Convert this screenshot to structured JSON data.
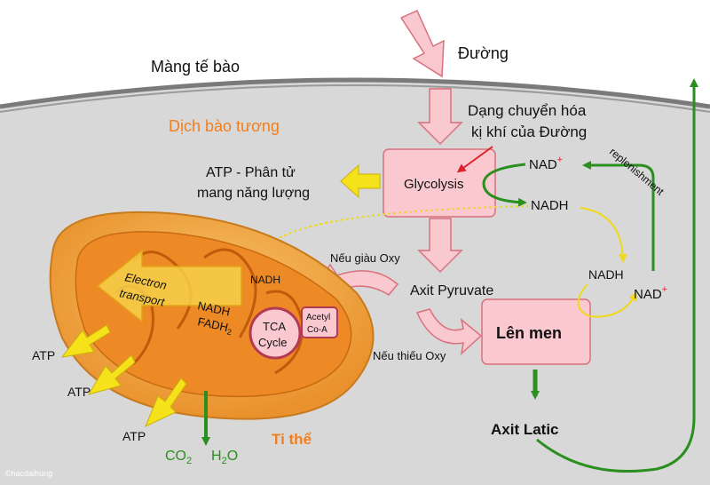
{
  "labels": {
    "cell_membrane": "Màng tế bào",
    "sugar": "Đường",
    "cytoplasm": "Dịch bào tương",
    "anaerobic_line1": "Dạng chuyển hóa",
    "anaerobic_line2": "kị khí của Đường",
    "glycolysis": "Glycolysis",
    "atp_line1": "ATP - Phân tử",
    "atp_line2": "mang năng lượng",
    "nad_plus_top": "NAD",
    "nad_plus_top_sup": "+",
    "nadh_top": "NADH",
    "replenishment": "replenishment",
    "if_oxygen_rich": "Nếu giàu Oxy",
    "pyruvic_acid": "Axit Pyruvate",
    "nadh_mito": "NADH",
    "nadh_right": "NADH",
    "nad_plus_right": "NAD",
    "nad_plus_right_sup": "+",
    "fermentation": "Lên men",
    "if_oxygen_lack": "Nếu thiếu Oxy",
    "lactic_acid": "Axit Latic",
    "electron_transport_1": "Electron",
    "electron_transport_2": "transport",
    "nadh_fadh_1": "NADH",
    "nadh_fadh_2": "FADH",
    "nadh_fadh_sub": "2",
    "tca_1": "TCA",
    "tca_2": "Cycle",
    "acetyl_1": "Acetyl",
    "acetyl_2": "Co-A",
    "atp_1": "ATP",
    "atp_2": "ATP",
    "atp_3": "ATP",
    "co2": "CO",
    "co2_sub": "2",
    "h2o_h": "H",
    "h2o_sub": "2",
    "h2o_o": "O",
    "mitochondria": "Ti thể",
    "watermark": "©hacdaihung"
  },
  "colors": {
    "cytoplasm_fill": "#d9d9d9",
    "pink_box": "#f9c9cf",
    "pink_stroke": "#d9707d",
    "orange_text": "#f07f1e",
    "green": "#2a8f1f",
    "yellow": "#f5e21b",
    "mito_outer": "#f4b050",
    "mito_inner": "#ea7a1a"
  }
}
